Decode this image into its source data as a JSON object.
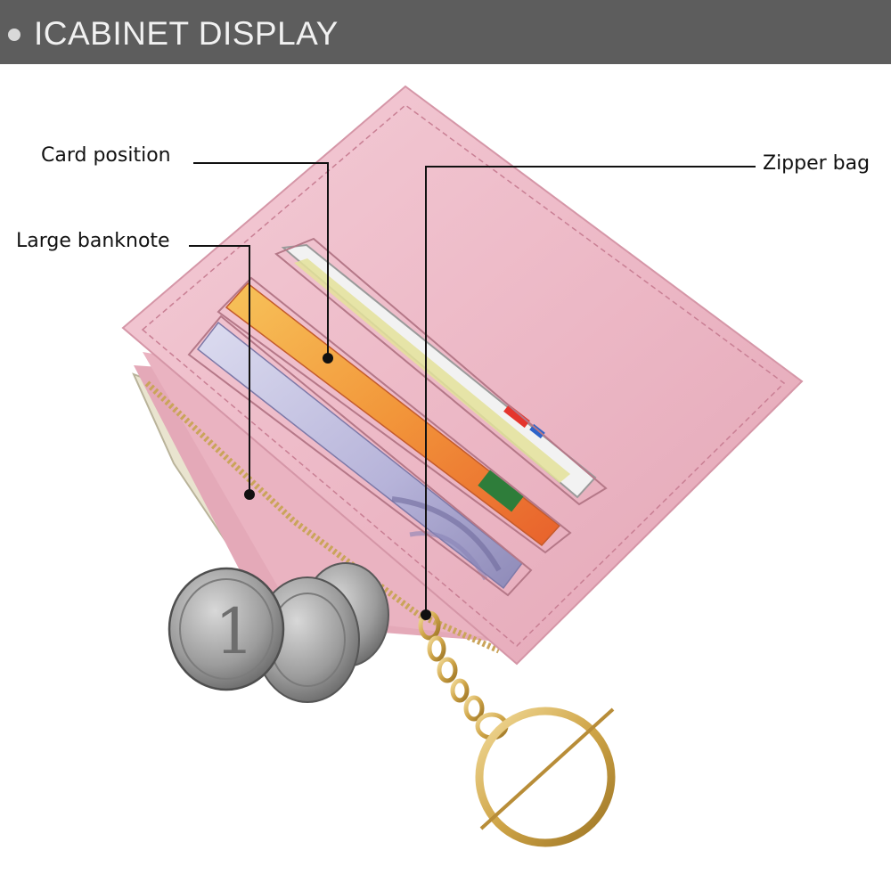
{
  "header": {
    "title": "ICABINET DISPLAY"
  },
  "callouts": {
    "card_position": "Card position",
    "large_banknote": "Large banknote",
    "zipper_bag": "Zipper bag"
  },
  "colors": {
    "header_background": "#5d5d5d",
    "header_text": "#f1f1f1",
    "wallet_pink": "#ecb8c6",
    "callout_line": "#111111"
  }
}
